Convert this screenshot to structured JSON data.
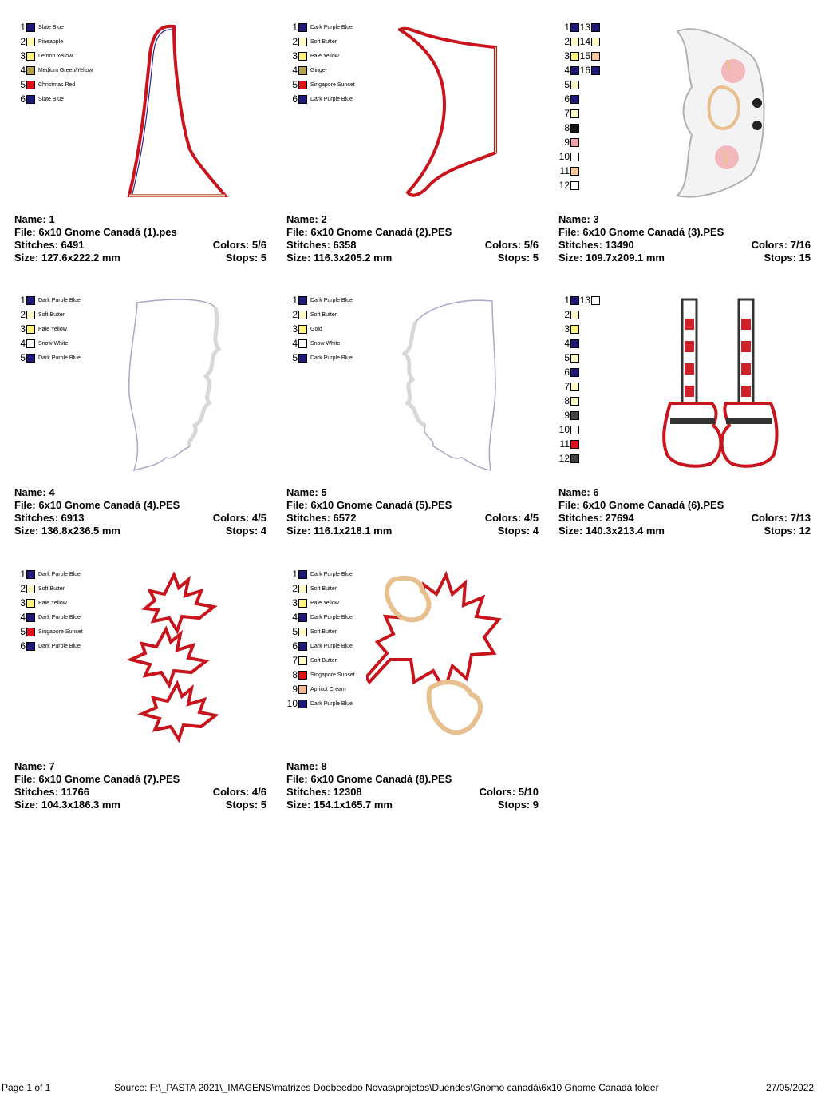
{
  "labels": {
    "name": "Name: ",
    "file": "File: ",
    "stitches": "Stitches: ",
    "colors": "Colors: ",
    "size": "Size: ",
    "stops": "Stops: "
  },
  "designs": [
    {
      "name": "1",
      "file": "6x10 Gnome Canadá (1).pes",
      "stitches": "6491",
      "colors": "5/6",
      "size": "127.6x222.2 mm",
      "stops": "5",
      "threads": [
        {
          "n": "1",
          "c": "#1f1a7a",
          "t": "Slate Blue"
        },
        {
          "n": "2",
          "c": "#fffbb0",
          "t": "Pineapple"
        },
        {
          "n": "3",
          "c": "#fff380",
          "t": "Lemon Yellow"
        },
        {
          "n": "4",
          "c": "#b5a050",
          "t": "Medium Green/Yellow"
        },
        {
          "n": "5",
          "c": "#e0101a",
          "t": "Christmas Red"
        },
        {
          "n": "6",
          "c": "#1f1a7a",
          "t": "Slate Blue"
        }
      ]
    },
    {
      "name": "2",
      "file": "6x10 Gnome Canadá (2).PES",
      "stitches": "6358",
      "colors": "5/6",
      "size": "116.3x205.2 mm",
      "stops": "5",
      "threads": [
        {
          "n": "1",
          "c": "#1f1a7a",
          "t": "Dark Purple Blue"
        },
        {
          "n": "2",
          "c": "#fffbc8",
          "t": "Soft Butter"
        },
        {
          "n": "3",
          "c": "#fff380",
          "t": "Pale Yellow"
        },
        {
          "n": "4",
          "c": "#b5a050",
          "t": "Ginger"
        },
        {
          "n": "5",
          "c": "#e0101a",
          "t": "Singapore Sunset"
        },
        {
          "n": "6",
          "c": "#1f1a7a",
          "t": "Dark Purple Blue"
        }
      ]
    },
    {
      "name": "3",
      "file": "6x10 Gnome Canadá (3).PES",
      "stitches": "13490",
      "colors": "7/16",
      "size": "109.7x209.1 mm",
      "stops": "15",
      "threads": [
        {
          "n": "1",
          "c": "#1f1a7a",
          "t": ""
        },
        {
          "n": "2",
          "c": "#fffbc8",
          "t": ""
        },
        {
          "n": "3",
          "c": "#fff380",
          "t": ""
        },
        {
          "n": "4",
          "c": "#1f1a7a",
          "t": ""
        },
        {
          "n": "5",
          "c": "#fffbc8",
          "t": ""
        },
        {
          "n": "6",
          "c": "#1f1a7a",
          "t": ""
        },
        {
          "n": "7",
          "c": "#fffbc8",
          "t": ""
        },
        {
          "n": "8",
          "c": "#111111",
          "t": ""
        },
        {
          "n": "9",
          "c": "#f0a0a8",
          "t": ""
        },
        {
          "n": "10",
          "c": "#ffffff",
          "t": ""
        },
        {
          "n": "11",
          "c": "#f5c8a0",
          "t": ""
        },
        {
          "n": "12",
          "c": "#ffffff",
          "t": ""
        },
        {
          "n": "13",
          "c": "#1f1a7a",
          "t": ""
        },
        {
          "n": "14",
          "c": "#fffbc8",
          "t": ""
        },
        {
          "n": "15",
          "c": "#f5c8a0",
          "t": ""
        },
        {
          "n": "16",
          "c": "#1f1a7a",
          "t": ""
        }
      ]
    },
    {
      "name": "4",
      "file": "6x10 Gnome Canadá (4).PES",
      "stitches": "6913",
      "colors": "4/5",
      "size": "136.8x236.5 mm",
      "stops": "4",
      "threads": [
        {
          "n": "1",
          "c": "#1f1a7a",
          "t": "Dark Purple Blue"
        },
        {
          "n": "2",
          "c": "#fffbc8",
          "t": "Soft Butter"
        },
        {
          "n": "3",
          "c": "#fff380",
          "t": "Pale Yellow"
        },
        {
          "n": "4",
          "c": "#ffffff",
          "t": "Snow White"
        },
        {
          "n": "5",
          "c": "#1f1a7a",
          "t": "Dark Purple Blue"
        }
      ]
    },
    {
      "name": "5",
      "file": "6x10 Gnome Canadá (5).PES",
      "stitches": "6572",
      "colors": "4/5",
      "size": "116.1x218.1 mm",
      "stops": "4",
      "threads": [
        {
          "n": "1",
          "c": "#1f1a7a",
          "t": "Dark Purple Blue"
        },
        {
          "n": "2",
          "c": "#fffbc8",
          "t": "Soft Butter"
        },
        {
          "n": "3",
          "c": "#fff380",
          "t": "Gold"
        },
        {
          "n": "4",
          "c": "#ffffff",
          "t": "Snow White"
        },
        {
          "n": "5",
          "c": "#1f1a7a",
          "t": "Dark Purple Blue"
        }
      ]
    },
    {
      "name": "6",
      "file": "6x10 Gnome Canadá (6).PES",
      "stitches": "27694",
      "colors": "7/13",
      "size": "140.3x213.4 mm",
      "stops": "12",
      "threads": [
        {
          "n": "1",
          "c": "#1f1a7a",
          "t": ""
        },
        {
          "n": "2",
          "c": "#fffbc8",
          "t": ""
        },
        {
          "n": "3",
          "c": "#fff380",
          "t": ""
        },
        {
          "n": "4",
          "c": "#1f1a7a",
          "t": ""
        },
        {
          "n": "5",
          "c": "#fffbc8",
          "t": ""
        },
        {
          "n": "6",
          "c": "#1f1a7a",
          "t": ""
        },
        {
          "n": "7",
          "c": "#fffbc8",
          "t": ""
        },
        {
          "n": "8",
          "c": "#fffbc8",
          "t": ""
        },
        {
          "n": "9",
          "c": "#444444",
          "t": ""
        },
        {
          "n": "10",
          "c": "#ffffff",
          "t": ""
        },
        {
          "n": "11",
          "c": "#e0101a",
          "t": ""
        },
        {
          "n": "12",
          "c": "#444444",
          "t": ""
        },
        {
          "n": "13",
          "c": "#ffffff",
          "t": ""
        }
      ]
    },
    {
      "name": "7",
      "file": "6x10 Gnome Canadá (7).PES",
      "stitches": "11766",
      "colors": "4/6",
      "size": "104.3x186.3 mm",
      "stops": "5",
      "threads": [
        {
          "n": "1",
          "c": "#1f1a7a",
          "t": "Dark Purple Blue"
        },
        {
          "n": "2",
          "c": "#fffbc8",
          "t": "Soft Butter"
        },
        {
          "n": "3",
          "c": "#fff380",
          "t": "Pale Yellow"
        },
        {
          "n": "4",
          "c": "#1f1a7a",
          "t": "Dark Purple Blue"
        },
        {
          "n": "5",
          "c": "#e0101a",
          "t": "Singapore Sunset"
        },
        {
          "n": "6",
          "c": "#1f1a7a",
          "t": "Dark Purple Blue"
        }
      ]
    },
    {
      "name": "8",
      "file": "6x10 Gnome Canadá (8).PES",
      "stitches": "12308",
      "colors": "5/10",
      "size": "154.1x165.7 mm",
      "stops": "9",
      "threads": [
        {
          "n": "1",
          "c": "#1f1a7a",
          "t": "Dark Purple Blue"
        },
        {
          "n": "2",
          "c": "#fffbc8",
          "t": "Soft Butter"
        },
        {
          "n": "3",
          "c": "#fff380",
          "t": "Pale Yellow"
        },
        {
          "n": "4",
          "c": "#1f1a7a",
          "t": "Dark Purple Blue"
        },
        {
          "n": "5",
          "c": "#fffbc8",
          "t": "Soft Butter"
        },
        {
          "n": "6",
          "c": "#1f1a7a",
          "t": "Dark Purple Blue"
        },
        {
          "n": "7",
          "c": "#fffbc8",
          "t": "Soft Butter"
        },
        {
          "n": "8",
          "c": "#e0101a",
          "t": "Singapore Sunset"
        },
        {
          "n": "9",
          "c": "#f5b890",
          "t": "Apricot Cream"
        },
        {
          "n": "10",
          "c": "#1f1a7a",
          "t": "Dark Purple Blue"
        }
      ]
    }
  ],
  "footer": {
    "page": "Page 1 of 1",
    "source": "Source: F:\\_PASTA 2021\\_IMAGENS\\matrizes Doobeedoo Novas\\projetos\\Duendes\\Gnomo canadá\\6x10 Gnome Canadá folder",
    "date": "27/05/2022"
  }
}
